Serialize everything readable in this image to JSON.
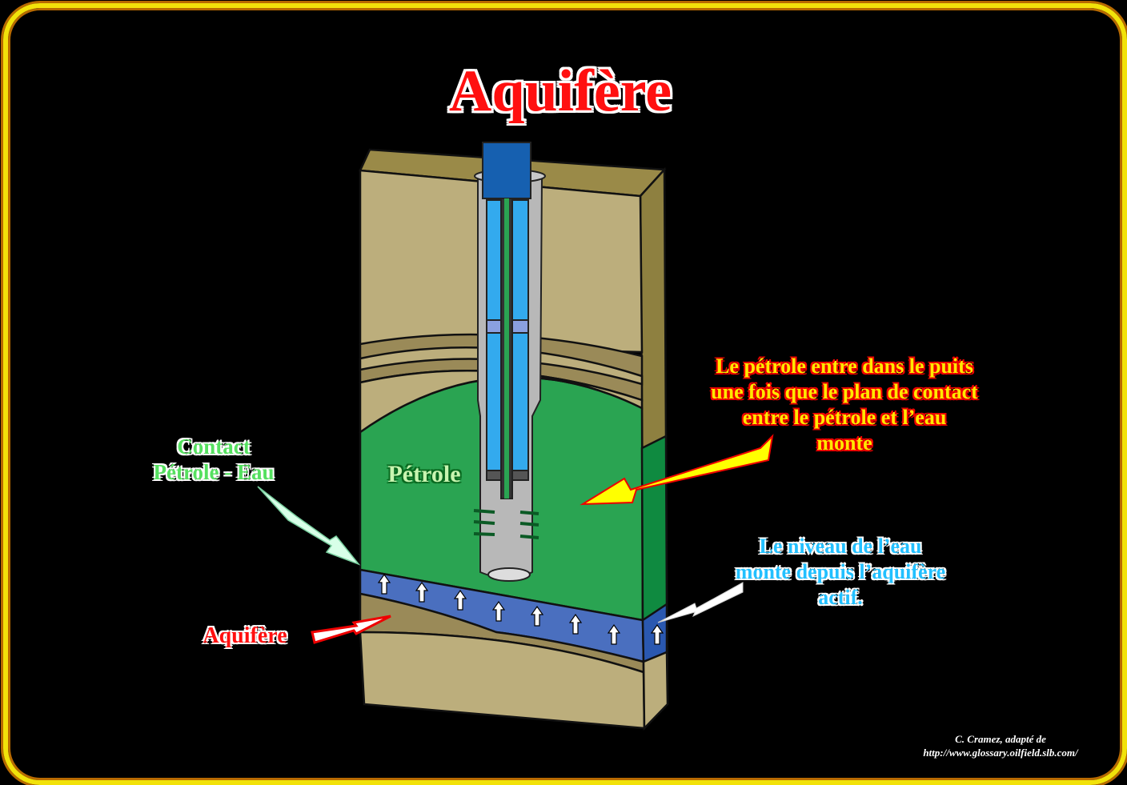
{
  "title": "Aquifère",
  "labels": {
    "oil_enters": [
      "Le pétrole entre dans le puits",
      "une fois que le plan de contact",
      "entre le pétrole et l’eau",
      "monte"
    ],
    "contact": [
      "Contact",
      "Pétrole - Eau"
    ],
    "petrole": "Pétrole",
    "aquifere": "Aquifère",
    "water_level": [
      "Le niveau de l’eau",
      "monte depuis l’aquifère",
      "actif."
    ]
  },
  "credit": [
    "C. Cramez, adapté de",
    "http://www.glossary.oilfield.slb.com/"
  ],
  "colors": {
    "sand": "#bcae7c",
    "band": "#9a8a58",
    "oil": "#2aa452",
    "water": "#4a6fbf",
    "casing": "#b8b8b8",
    "tubing": "#33aaee",
    "frame": "#f2e20a"
  }
}
